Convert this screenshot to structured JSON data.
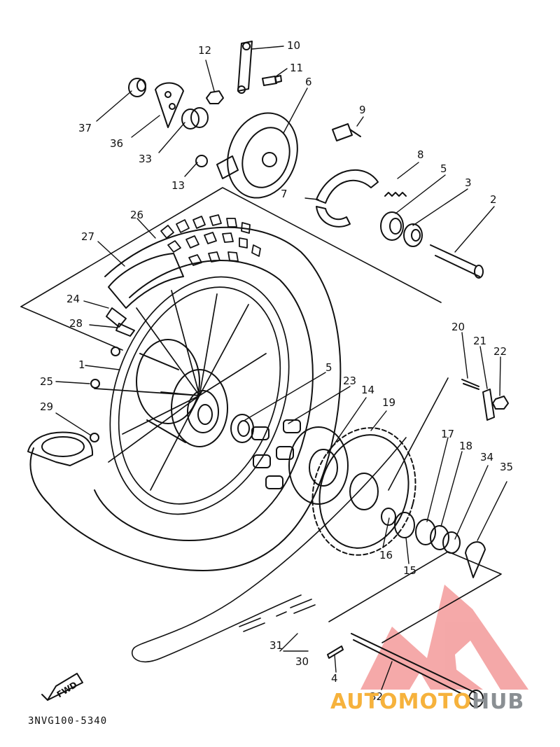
{
  "labels": [
    {
      "id": "p1",
      "text": "1"
    },
    {
      "id": "p2",
      "text": "2"
    },
    {
      "id": "p3",
      "text": "3"
    },
    {
      "id": "p4",
      "text": "4"
    },
    {
      "id": "p5a",
      "text": "5"
    },
    {
      "id": "p5b",
      "text": "5"
    },
    {
      "id": "p6",
      "text": "6"
    },
    {
      "id": "p7",
      "text": "7"
    },
    {
      "id": "p8",
      "text": "8"
    },
    {
      "id": "p9",
      "text": "9"
    },
    {
      "id": "p10",
      "text": "10"
    },
    {
      "id": "p11",
      "text": "11"
    },
    {
      "id": "p12",
      "text": "12"
    },
    {
      "id": "p13",
      "text": "13"
    },
    {
      "id": "p14",
      "text": "14"
    },
    {
      "id": "p15",
      "text": "15"
    },
    {
      "id": "p16",
      "text": "16"
    },
    {
      "id": "p17",
      "text": "17"
    },
    {
      "id": "p18",
      "text": "18"
    },
    {
      "id": "p19",
      "text": "19"
    },
    {
      "id": "p20",
      "text": "20"
    },
    {
      "id": "p21",
      "text": "21"
    },
    {
      "id": "p22",
      "text": "22"
    },
    {
      "id": "p23",
      "text": "23"
    },
    {
      "id": "p24",
      "text": "24"
    },
    {
      "id": "p25",
      "text": "25"
    },
    {
      "id": "p26",
      "text": "26"
    },
    {
      "id": "p27",
      "text": "27"
    },
    {
      "id": "p28",
      "text": "28"
    },
    {
      "id": "p29",
      "text": "29"
    },
    {
      "id": "p30",
      "text": "30"
    },
    {
      "id": "p31",
      "text": "31"
    },
    {
      "id": "p32",
      "text": "32"
    },
    {
      "id": "p33",
      "text": "33"
    },
    {
      "id": "p34",
      "text": "34"
    },
    {
      "id": "p35",
      "text": "35"
    },
    {
      "id": "p36",
      "text": "36"
    },
    {
      "id": "p37",
      "text": "37"
    }
  ],
  "diagram_code": "3NVG100-5340",
  "fwd_label": "FWD",
  "watermark": {
    "part1": "AUTOMOTO",
    "part2": "HUB",
    "colors": {
      "logo": "#f08080",
      "text1": "#f6b23c",
      "text2": "#8a8f93"
    }
  }
}
